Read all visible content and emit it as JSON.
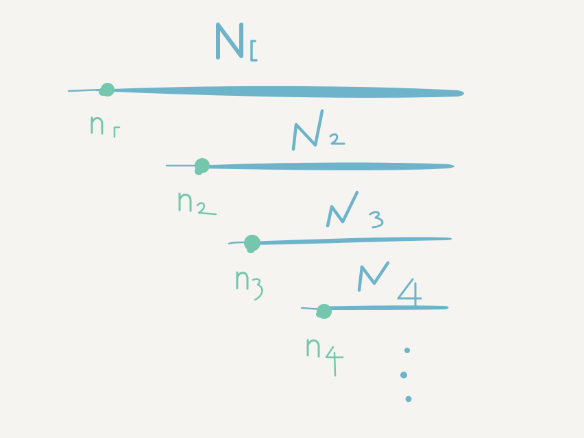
{
  "diagram": {
    "colors": {
      "background": "#f5f4f1",
      "line": "#6db3c9",
      "point": "#74c6ad"
    },
    "rows": [
      {
        "line_label": "N1",
        "point_label": "n1"
      },
      {
        "line_label": "N2",
        "point_label": "n2"
      },
      {
        "line_label": "N3",
        "point_label": "n3"
      },
      {
        "line_label": "N4",
        "point_label": "n4"
      }
    ],
    "continuation": "⋮"
  }
}
